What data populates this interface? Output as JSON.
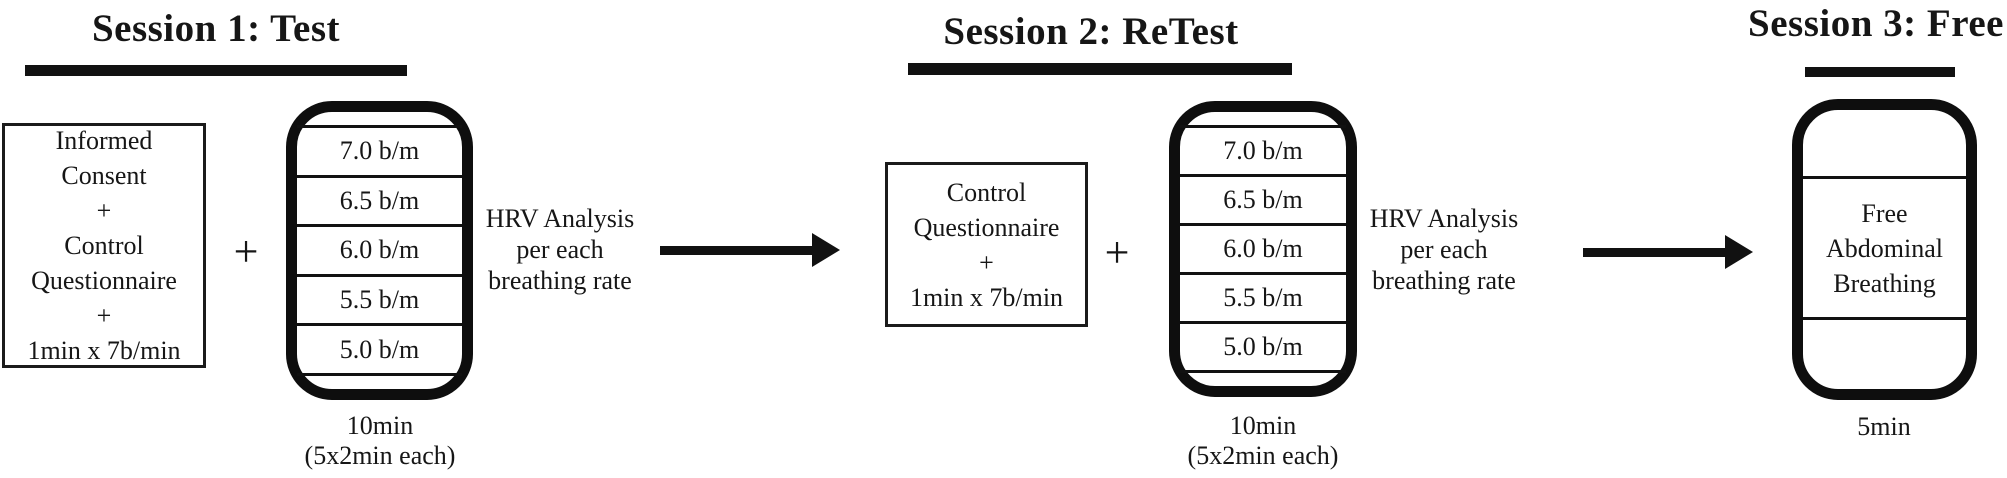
{
  "diagram": {
    "background_color": "#ffffff",
    "line_color": "#111111",
    "sessions": [
      {
        "title": "Session 1: Test",
        "prep_box_lines": [
          "Informed",
          "Consent",
          "+",
          "Control",
          "Questionnaire",
          "+",
          "1min x 7b/min"
        ],
        "plus_label": "+",
        "breathing_rates": [
          "7.0 b/m",
          "6.5 b/m",
          "6.0 b/m",
          "5.5 b/m",
          "5.0 b/m"
        ],
        "duration_lines": [
          "10min",
          "(5x2min each)"
        ],
        "hrv_lines": [
          "HRV Analysis",
          "per each",
          "breathing rate"
        ]
      },
      {
        "title": "Session 2: ReTest",
        "prep_box_lines": [
          "Control",
          "Questionnaire",
          "+",
          "1min x 7b/min"
        ],
        "plus_label": "+",
        "breathing_rates": [
          "7.0 b/m",
          "6.5 b/m",
          "6.0 b/m",
          "5.5 b/m",
          "5.0 b/m"
        ],
        "duration_lines": [
          "10min",
          "(5x2min each)"
        ],
        "hrv_lines": [
          "HRV Analysis",
          "per each",
          "breathing rate"
        ]
      },
      {
        "title": "Session 3: Free",
        "free_box_lines": [
          "Free",
          "Abdominal",
          "Breathing"
        ],
        "duration_lines": [
          "5min"
        ]
      }
    ]
  }
}
